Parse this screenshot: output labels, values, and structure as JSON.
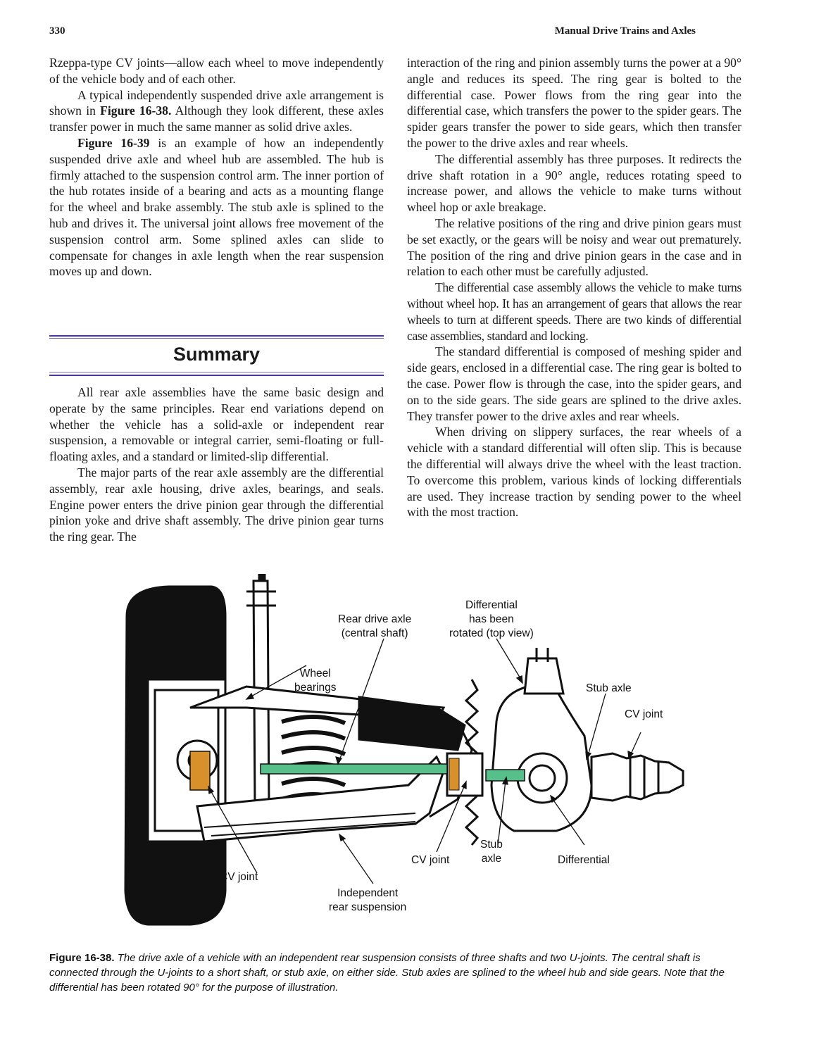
{
  "header": {
    "page_number": "330",
    "chapter_title": "Manual Drive Trains and Axles"
  },
  "left_column": {
    "p1": "Rzeppa-type CV joints—allow each wheel to move independently of the vehicle body and of each other.",
    "p2_a": "A typical independently suspended drive axle arrangement is shown in ",
    "p2_ref": "Figure 16-38.",
    "p2_b": " Although they look different, these axles transfer power in much the same manner as solid drive axles.",
    "p3_ref": "Figure 16-39",
    "p3_b": " is an example of how an independently suspended drive axle and wheel hub are assembled. The hub is firmly attached to the suspension control arm. The inner portion of the hub rotates inside of a bearing and acts as a mounting flange for the wheel and brake assembly. The stub axle is splined to the hub and drives it. The universal joint allows free movement of the suspension control arm. Some splined axles can slide to compensate for changes in axle length when the rear suspension moves up and down."
  },
  "summary": {
    "title": "Summary",
    "p1": "All rear axle assemblies have the same basic design and operate by the same principles. Rear end variations depend on whether the vehicle has a solid-axle or independent rear suspension, a removable or integral carrier, semi-floating or full-floating axles, and a standard or limited-slip differential.",
    "p2": "The major parts of the rear axle assembly are the differential assembly, rear axle housing, drive axles, bearings, and seals. Engine power enters the drive pinion gear through the differential pinion yoke and drive shaft assembly. The drive pinion gear turns the ring gear. The"
  },
  "right_column": {
    "p1": "interaction of the ring and pinion assembly turns the power at a 90° angle and reduces its speed. The ring gear is bolted to the differential case. Power flows from the ring gear into the differential case, which transfers the power to the spider gears. The spider gears transfer the power to side gears, which then transfer the power to the drive axles and rear wheels.",
    "p2": "The differential assembly has three purposes. It redirects the drive shaft rotation in a 90° angle, reduces rotating speed to increase power, and allows the vehicle to make turns without wheel hop or axle breakage.",
    "p3": "The relative positions of the ring and drive pinion gears must be set exactly, or the gears will be noisy and wear out prematurely. The position of the ring and drive pinion gears in the case and in relation to each other must be carefully adjusted.",
    "p4": "The differential case assembly allows the vehicle to make turns without wheel hop. It has an arrangement of gears that allows the rear wheels to turn at different speeds. There are two kinds of differential case assemblies, standard and locking.",
    "p5": "The standard differential is composed of meshing spider and side gears, enclosed in a differential case. The ring gear is bolted to the case. Power flow is through the case, into the spider gears, and on to the side gears. The side gears are splined to the drive axles. They transfer power to the drive axles and rear wheels.",
    "p6": "When driving on slippery surfaces, the rear wheels of a vehicle with a standard differential will often slip. This is because the differential will always drive the wheel with the least traction. To overcome this problem, various kinds of locking differentials are used. They increase traction by sending power to the wheel with the most traction."
  },
  "figure": {
    "labels": {
      "rear_drive_axle": "Rear drive axle\n(central shaft)",
      "differential_rotated": "Differential\nhas been\nrotated (top view)",
      "wheel_bearings": "Wheel\nbearings",
      "stub_axle_top": "Stub axle",
      "cv_joint_right": "CV joint",
      "stub_axle_bottom": "Stub\naxle",
      "cv_joint_middle": "CV joint",
      "differential": "Differential",
      "cv_joint_left": "CV joint",
      "independent_rear_suspension": "Independent\nrear suspension"
    },
    "colors": {
      "shaft_green": "#57c08a",
      "joint_orange": "#d8902a",
      "ink": "#111111"
    }
  },
  "caption": {
    "label": "Figure 16-38.",
    "text": " The drive axle of a vehicle with an independent rear suspension consists of three shafts and two U-joints. The central shaft is connected through the U-joints to a short shaft, or stub axle, on either side. Stub axles are splined to the wheel hub and side gears. Note that the differential has been rotated 90° for the purpose of illustration."
  }
}
